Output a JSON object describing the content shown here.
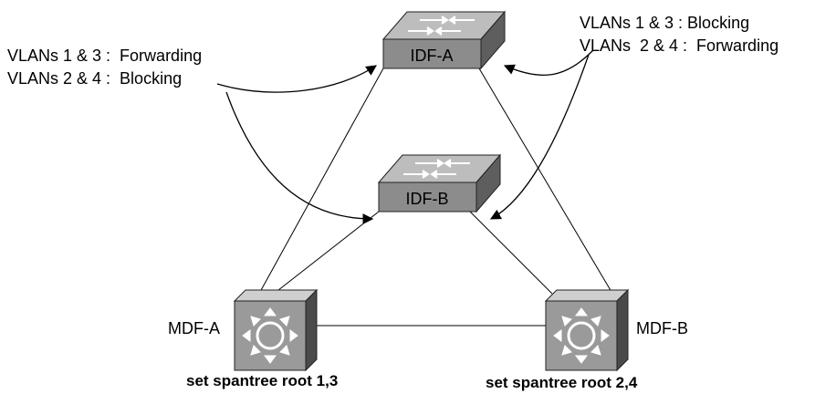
{
  "labels": {
    "left_line1": "VLANs 1 & 3 :  Forwarding",
    "left_line2": "VLANs 2 & 4 :  Blocking",
    "right_line1": "VLANs 1 & 3 : Blocking",
    "right_line2": "VLANs  2 & 4 :  Forwarding",
    "idf_a": "IDF-A",
    "idf_b": "IDF-B",
    "mdf_a": "MDF-A",
    "mdf_b": "MDF-B",
    "cmd_a": "set spantree root 1,3",
    "cmd_b": "set spantree root 2,4"
  },
  "colors": {
    "switch_front": "#8c8c8c",
    "switch_top": "#bdbdbd",
    "switch_side": "#5e5e5e",
    "core_front": "#9a9a9a",
    "core_side": "#4a4a4a",
    "core_top": "#cfcfcf",
    "line": "#000000"
  },
  "icons": {
    "idf": "workgroup-switch-icon",
    "mdf": "multilayer-switch-icon"
  }
}
